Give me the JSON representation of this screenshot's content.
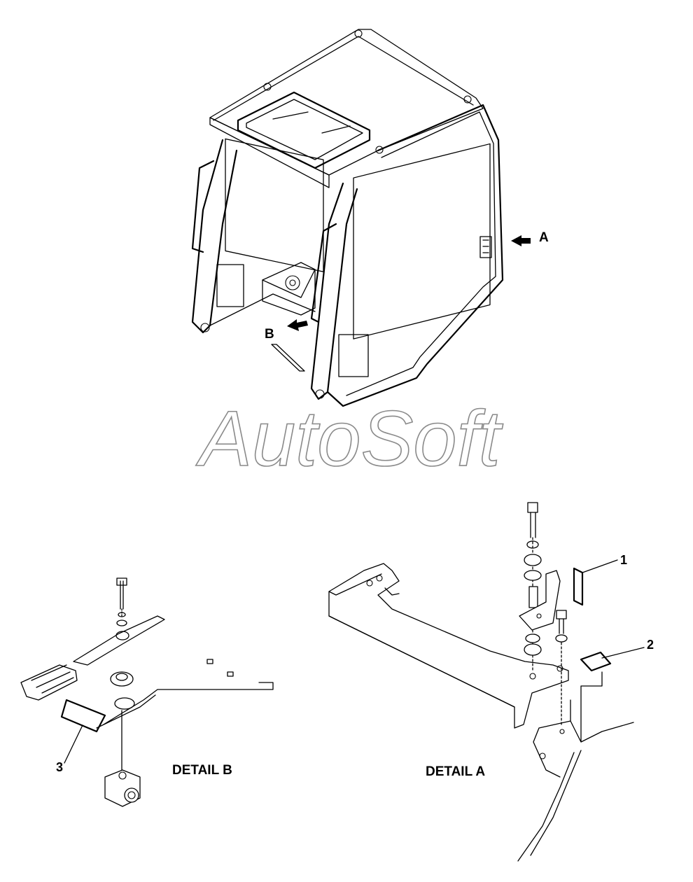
{
  "callouts": {
    "arrow_a": "A",
    "arrow_b": "B",
    "item_1": "1",
    "item_2": "2",
    "item_3": "3"
  },
  "details": {
    "detail_a_title": "DETAIL A",
    "detail_b_title": "DETAIL B"
  },
  "watermark": "AutoSoft",
  "colors": {
    "line": "#000000",
    "watermark_outline": "#8a8a8a",
    "background": "#ffffff"
  }
}
